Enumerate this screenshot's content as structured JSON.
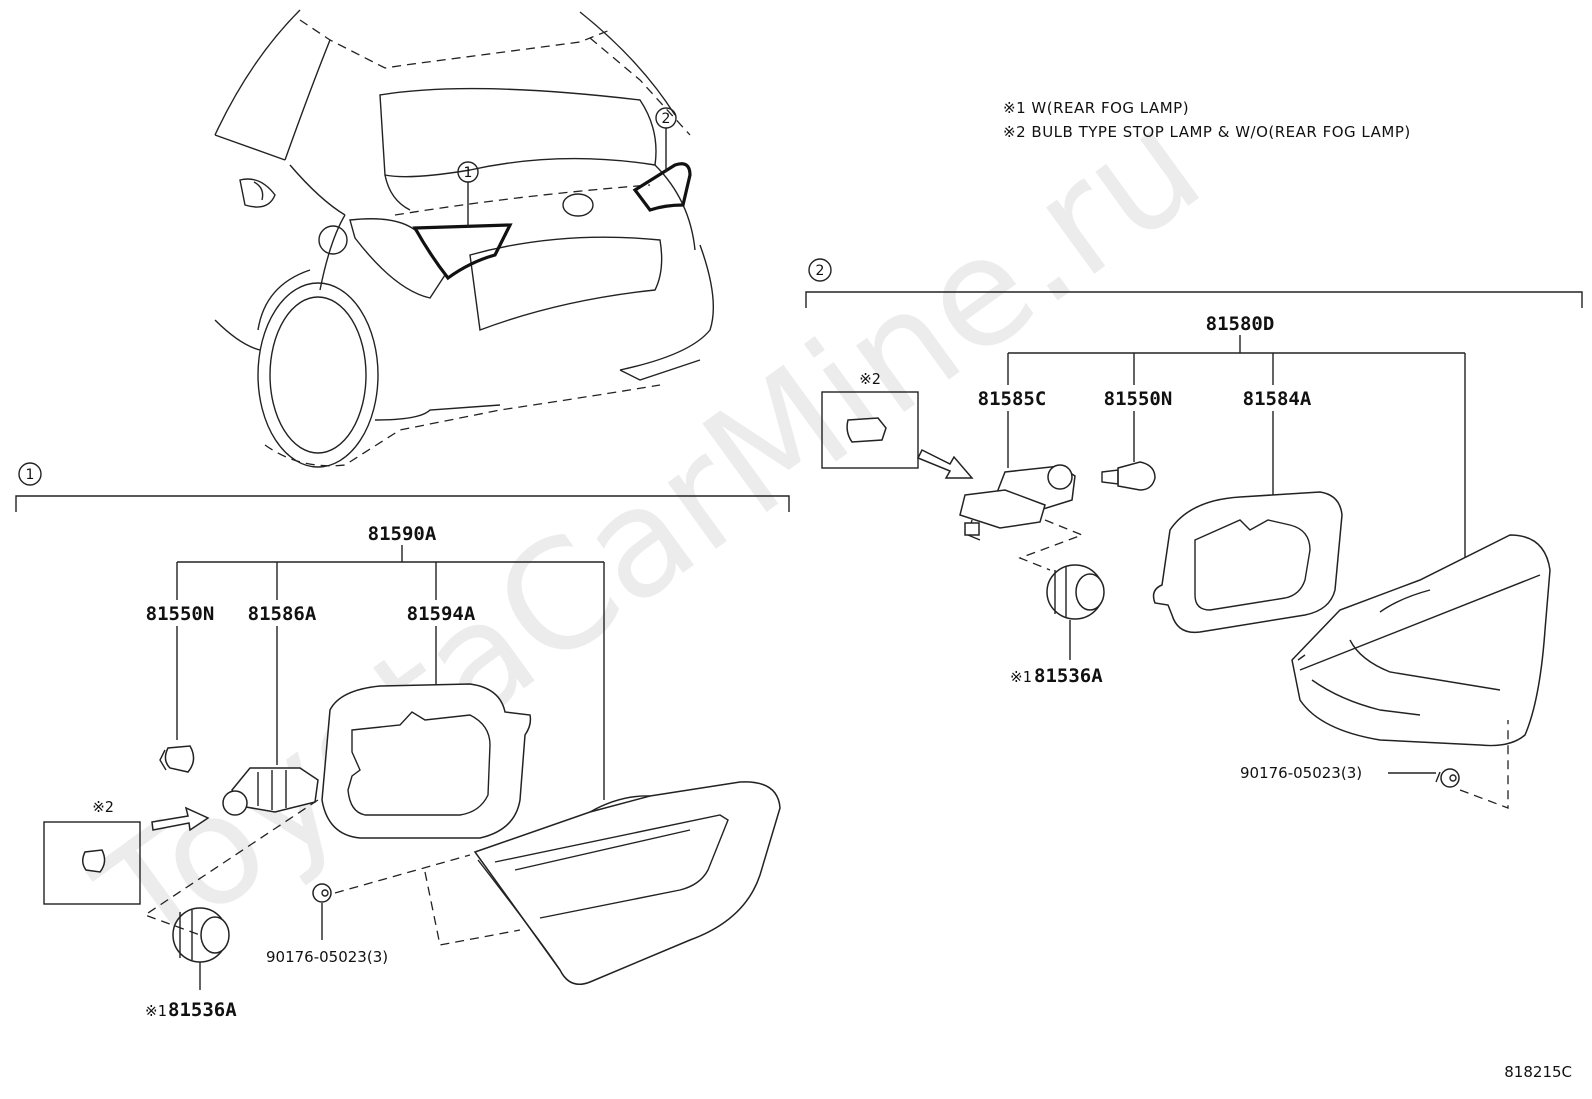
{
  "watermark": "ToyotaCarMine.ru",
  "notes": {
    "note1_mark": "※1",
    "note1_text": "W(REAR FOG LAMP)",
    "note2_mark": "※2",
    "note2_text": "BULB TYPE STOP LAMP & W/O(REAR FOG LAMP)"
  },
  "car_callouts": {
    "c1": "1",
    "c2": "2"
  },
  "group1": {
    "marker": "1",
    "assembly": "81590A",
    "parts": {
      "bulb": "81550N",
      "socket": "81586A",
      "gasket": "81594A",
      "screw": "90176-05023(3)",
      "fog": "81536A"
    },
    "bulb_box_mark": "※2",
    "fog_mark": "※1"
  },
  "group2": {
    "marker": "2",
    "assembly": "81580D",
    "parts": {
      "socket": "81585C",
      "bulb": "81550N",
      "gasket": "81584A",
      "screw": "90176-05023(3)",
      "fog": "81536A"
    },
    "bulb_box_mark": "※2",
    "fog_mark": "※1"
  },
  "reference": "818215C"
}
